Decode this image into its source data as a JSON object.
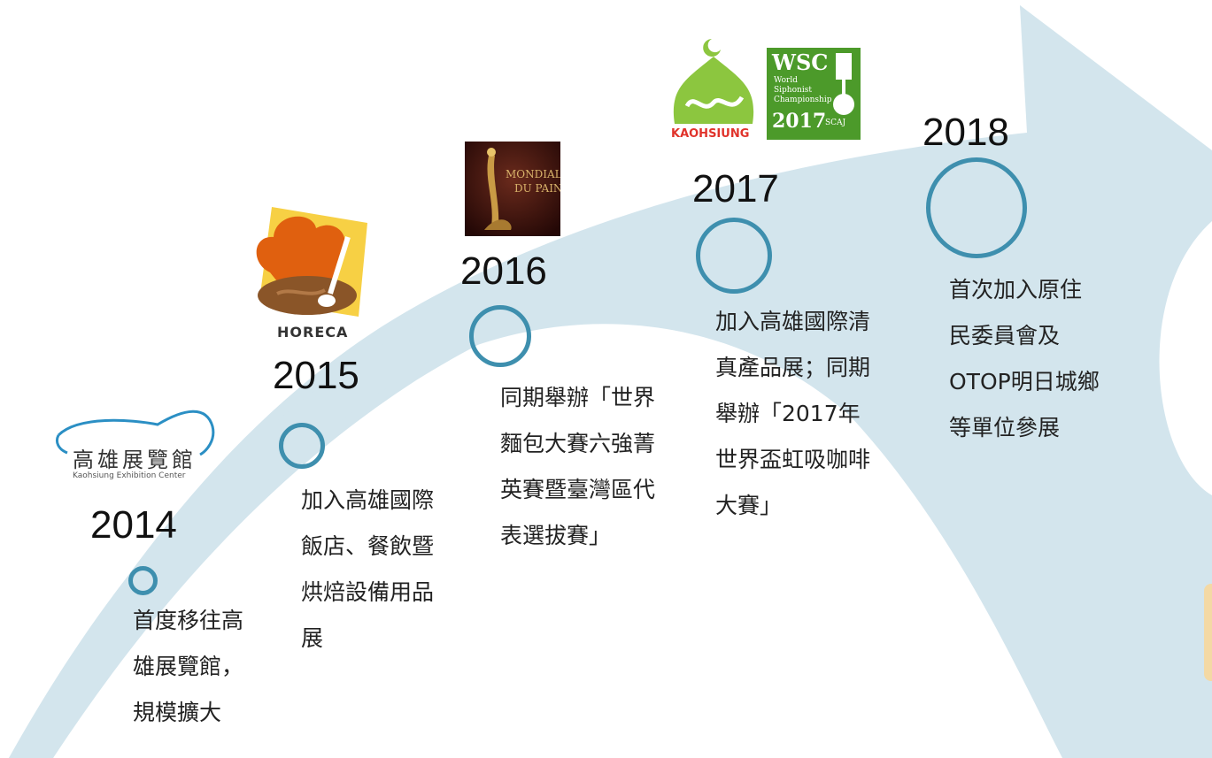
{
  "timeline": {
    "milestones": [
      {
        "year": "2014",
        "description": "首度移往高\n雄展覽館，\n規模擴大",
        "logo": "kaohsiung-exhibition-center-logo"
      },
      {
        "year": "2015",
        "description": "加入高雄國際\n飯店、餐飲暨\n烘焙設備用品\n展",
        "logo": "horeca-logo"
      },
      {
        "year": "2016",
        "description": "同期舉辦「世界\n麵包大賽六強菁\n英賽暨臺灣區代\n表選拔賽」",
        "logo": "mondial-du-pain-logo"
      },
      {
        "year": "2017",
        "description": "加入高雄國際清\n真產品展；同期\n舉辦「2017年\n世界盃虹吸咖啡\n大賽」",
        "logo": "halal-kaohsiung-and-wsc-logo"
      },
      {
        "year": "2018",
        "description": "首次加入原住\n民委員會及\nOTOP明日城鄉\n等單位參展",
        "logo": ""
      }
    ]
  },
  "logos": {
    "kec": {
      "text_zh": "高雄展覽館",
      "text_en": "Kaohsiung Exhibition Center"
    },
    "horeca": {
      "text": "HORECA"
    },
    "mondial": {
      "line1": "MONDIAL",
      "line2": "DU PAIN"
    },
    "halal": {
      "text": "KAOHSIUNG"
    },
    "wsc": {
      "title": "WSC",
      "line1": "World",
      "line2": "Siphonist",
      "line3": "Championship",
      "year": "2017",
      "org": "SCAJ"
    }
  },
  "colors": {
    "arrow": "#d3e5ed",
    "ring": "#3e8fae",
    "text": "#222222",
    "horeca_orange": "#e0600f",
    "horeca_yellow": "#f7d044",
    "halal_green": "#8cc63f",
    "wsc_green": "#4c9a2a"
  }
}
